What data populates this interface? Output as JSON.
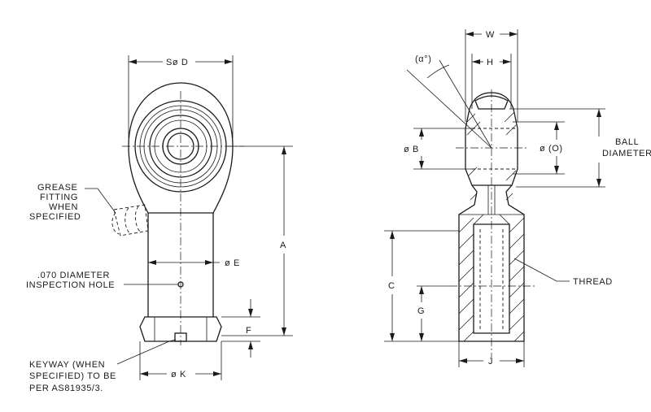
{
  "labels": {
    "sd": "Sø D",
    "grease_1": "GREASE",
    "grease_2": "FITTING",
    "grease_3": "WHEN",
    "grease_4": "SPECIFIED",
    "e": "ø E",
    "a": "A",
    "inspection_1": ".070 DIAMETER",
    "inspection_2": "INSPECTION HOLE",
    "f": "F",
    "keyway_1": "KEYWAY (WHEN",
    "keyway_2": "SPECIFIED) TO BE",
    "keyway_3": "PER AS81935/3.",
    "k": "ø K",
    "w": "W",
    "h": "H",
    "alpha": "(α°)",
    "b": "ø B",
    "o": "ø (O)",
    "ball_1": "BALL",
    "ball_2": "DIAMETER",
    "c": "C",
    "thread": "THREAD",
    "g": "G",
    "j": "J"
  }
}
